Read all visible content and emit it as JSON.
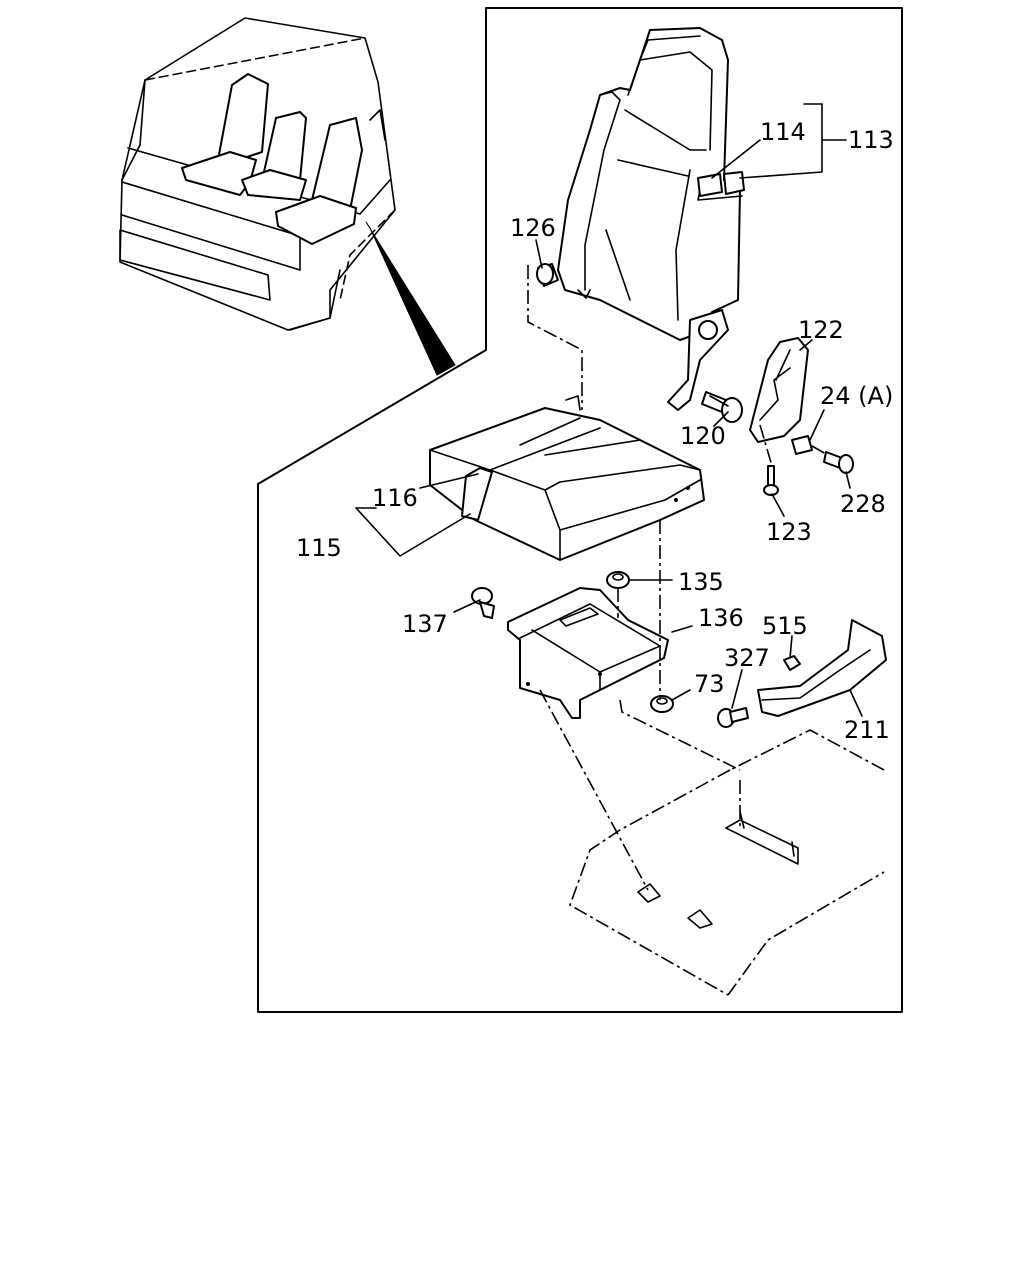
{
  "callouts": [
    {
      "id": "c113",
      "text": "113"
    },
    {
      "id": "c114",
      "text": "114"
    },
    {
      "id": "c126",
      "text": "126"
    },
    {
      "id": "c122",
      "text": "122"
    },
    {
      "id": "c24a",
      "text": "24 (A)"
    },
    {
      "id": "c120",
      "text": "120"
    },
    {
      "id": "c116",
      "text": "116"
    },
    {
      "id": "c228",
      "text": "228"
    },
    {
      "id": "c123",
      "text": "123"
    },
    {
      "id": "c115",
      "text": "115"
    },
    {
      "id": "c135",
      "text": "135"
    },
    {
      "id": "c137",
      "text": "137"
    },
    {
      "id": "c136",
      "text": "136"
    },
    {
      "id": "c515",
      "text": "515"
    },
    {
      "id": "c327",
      "text": "327"
    },
    {
      "id": "c73",
      "text": "73"
    },
    {
      "id": "c211",
      "text": "211"
    }
  ]
}
